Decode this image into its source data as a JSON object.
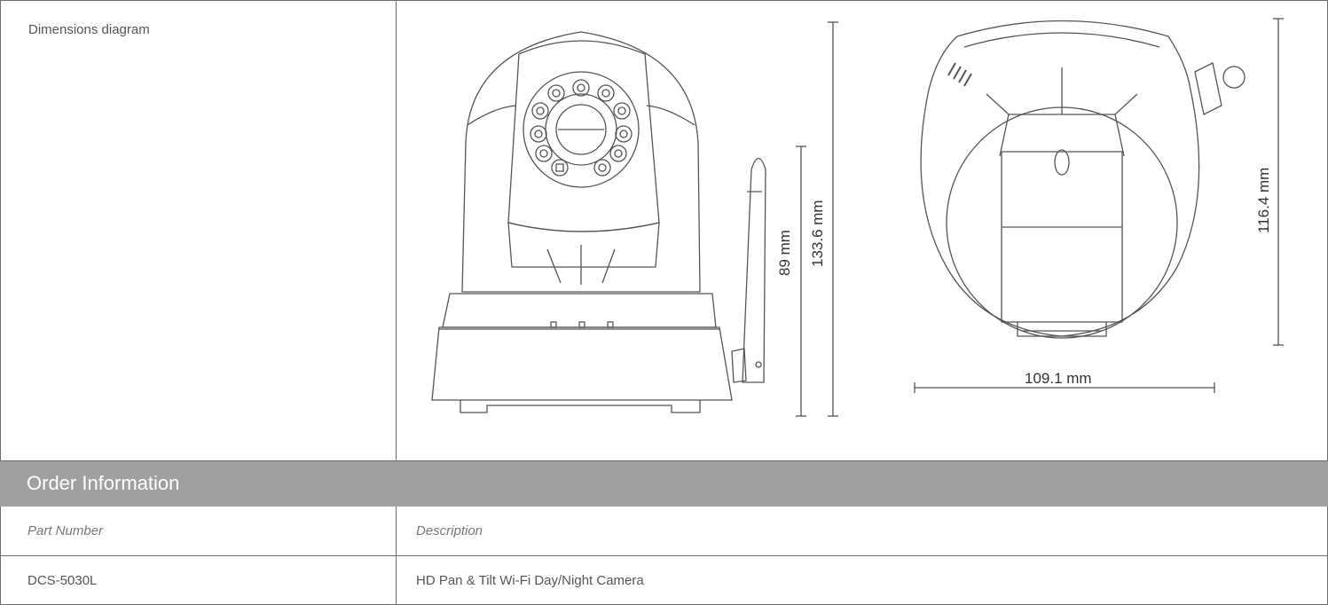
{
  "diagram_section": {
    "label": "Dimensions diagram",
    "front_view": {
      "height_total": "133.6 mm",
      "antenna_height": "89 mm"
    },
    "top_view": {
      "depth": "116.4 mm",
      "width": "109.1 mm"
    }
  },
  "order_section": {
    "title": "Order Information",
    "columns": [
      "Part Number",
      "Description"
    ],
    "rows": [
      {
        "part_number": "DCS-5030L",
        "description": "HD Pan & Tilt Wi-Fi Day/Night Camera"
      }
    ]
  }
}
